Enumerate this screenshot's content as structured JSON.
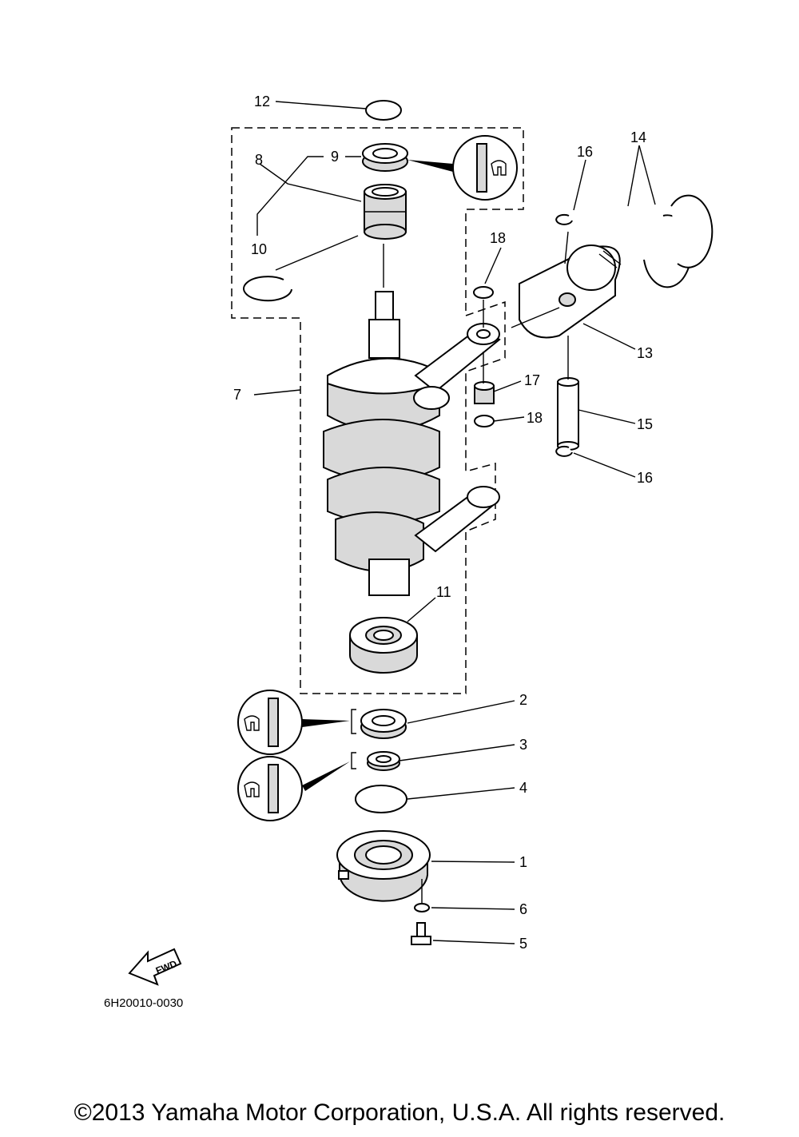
{
  "callouts": [
    {
      "id": "1",
      "text": "1"
    },
    {
      "id": "2",
      "text": "2"
    },
    {
      "id": "3",
      "text": "3"
    },
    {
      "id": "4",
      "text": "4"
    },
    {
      "id": "5",
      "text": "5"
    },
    {
      "id": "6",
      "text": "6"
    },
    {
      "id": "7",
      "text": "7"
    },
    {
      "id": "8",
      "text": "8"
    },
    {
      "id": "9",
      "text": "9"
    },
    {
      "id": "10",
      "text": "10"
    },
    {
      "id": "11",
      "text": "11"
    },
    {
      "id": "12",
      "text": "12"
    },
    {
      "id": "13",
      "text": "13"
    },
    {
      "id": "14",
      "text": "14"
    },
    {
      "id": "15",
      "text": "15"
    },
    {
      "id": "16a",
      "text": "16"
    },
    {
      "id": "16b",
      "text": "16"
    },
    {
      "id": "17",
      "text": "17"
    },
    {
      "id": "18a",
      "text": "18"
    },
    {
      "id": "18b",
      "text": "18"
    }
  ],
  "direction_arrow": {
    "label": "FWD"
  },
  "diagram_code": "6H20010-0030",
  "copyright": "©2013 Yamaha Motor Corporation, U.S.A. All rights reserved."
}
